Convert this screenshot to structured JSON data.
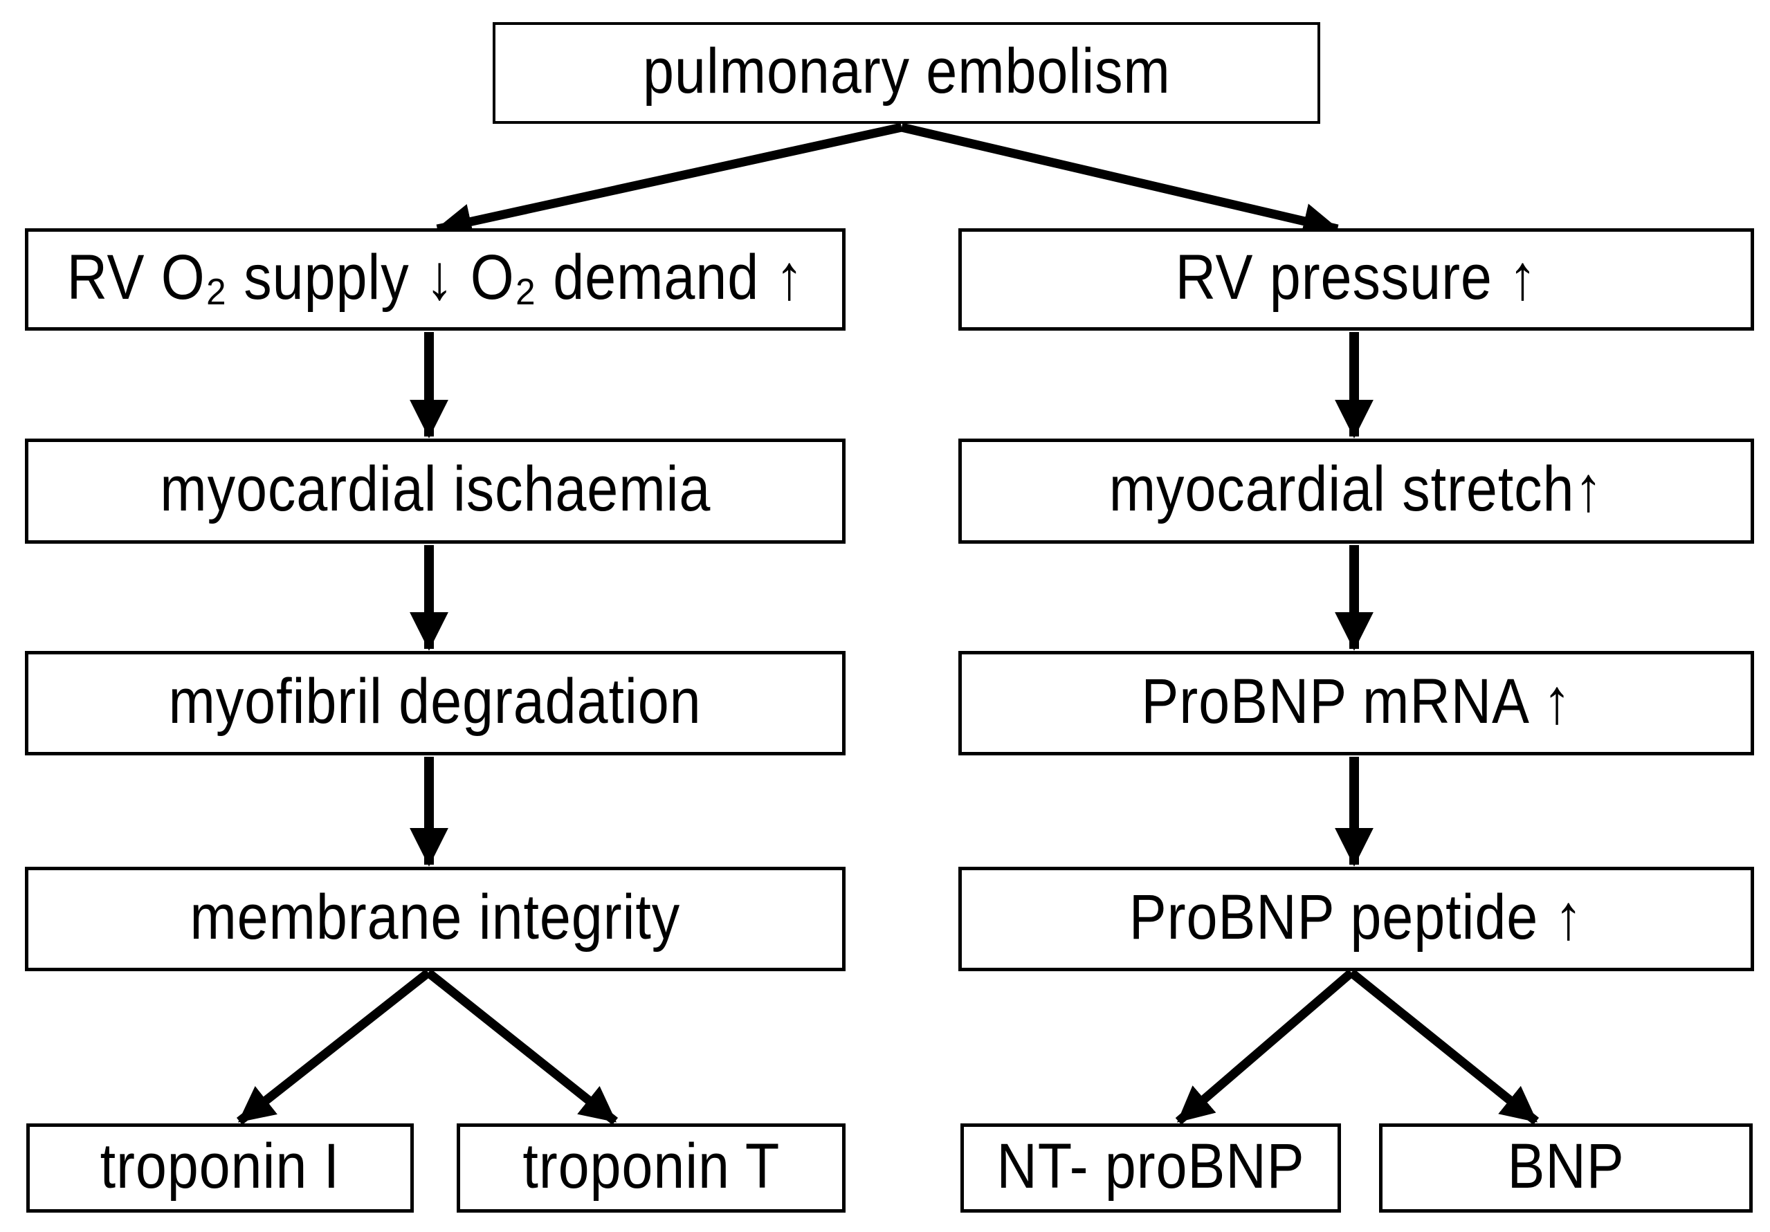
{
  "palette": {
    "background": "#ffffff",
    "line": "#000000",
    "text": "#000000"
  },
  "nodes": {
    "pulmonary_embolism": {
      "label": "pulmonary embolism"
    },
    "rv_o2_balance": {
      "label": "RV O₂ supply ↓ O₂ demand ↑"
    },
    "rv_pressure": {
      "label": "RV pressure ↑"
    },
    "myocardial_ischaemia": {
      "label": "myocardial ischaemia"
    },
    "myocardial_stretch": {
      "label": "myocardial stretch↑"
    },
    "myofibril_degradation": {
      "label": "myofibril degradation"
    },
    "probnp_mrna": {
      "label": "ProBNP mRNA ↑"
    },
    "membrane_integrity": {
      "label": "membrane integrity"
    },
    "probnp_peptide": {
      "label": "ProBNP peptide ↑"
    },
    "troponin_i": {
      "label": "troponin I"
    },
    "troponin_t": {
      "label": "troponin T"
    },
    "nt_probnp": {
      "label": "NT- proBNP"
    },
    "bnp": {
      "label": "BNP"
    }
  },
  "edges": [
    {
      "from": "pulmonary_embolism",
      "to": "rv_o2_balance"
    },
    {
      "from": "pulmonary_embolism",
      "to": "rv_pressure"
    },
    {
      "from": "rv_o2_balance",
      "to": "myocardial_ischaemia"
    },
    {
      "from": "myocardial_ischaemia",
      "to": "myofibril_degradation"
    },
    {
      "from": "myofibril_degradation",
      "to": "membrane_integrity"
    },
    {
      "from": "membrane_integrity",
      "to": "troponin_i"
    },
    {
      "from": "membrane_integrity",
      "to": "troponin_t"
    },
    {
      "from": "rv_pressure",
      "to": "myocardial_stretch"
    },
    {
      "from": "myocardial_stretch",
      "to": "probnp_mrna"
    },
    {
      "from": "probnp_mrna",
      "to": "probnp_peptide"
    },
    {
      "from": "probnp_peptide",
      "to": "nt_probnp"
    },
    {
      "from": "probnp_peptide",
      "to": "bnp"
    }
  ]
}
